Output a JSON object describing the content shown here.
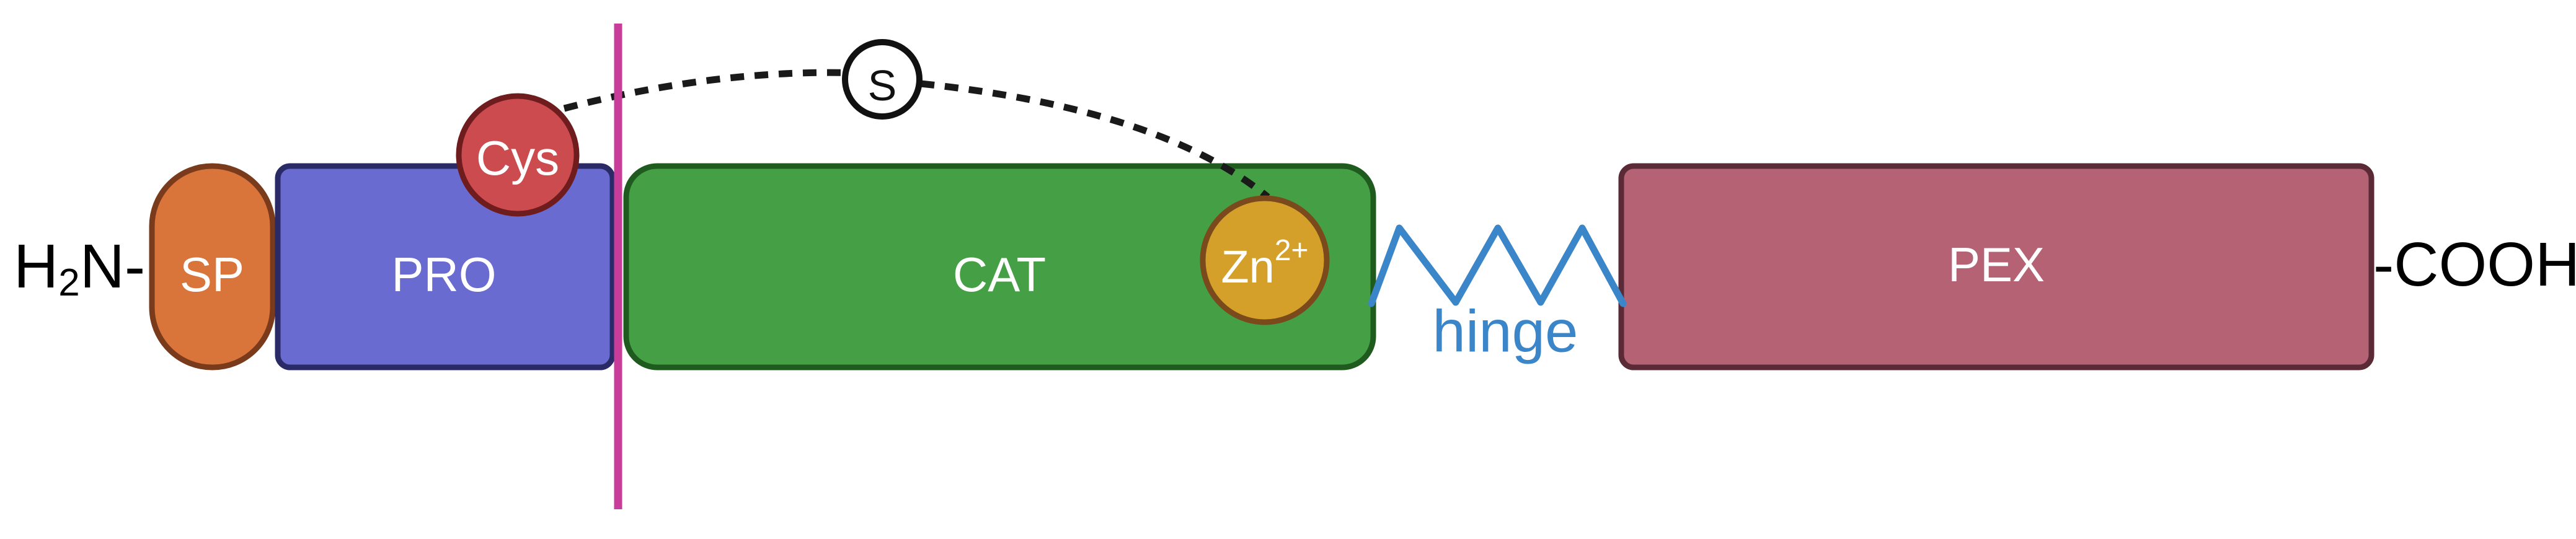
{
  "n_terminus": {
    "prefix": "H",
    "subscript": "2",
    "suffix": "N-"
  },
  "c_terminus": {
    "label": "-COOH"
  },
  "domains": {
    "sp": {
      "label": "SP",
      "fill": "#D9743A",
      "stroke": "#7A3A1C"
    },
    "pro": {
      "label": "PRO",
      "fill": "#6A6BD1",
      "stroke": "#2A2A66"
    },
    "cat": {
      "label": "CAT",
      "fill": "#45A045",
      "stroke": "#1F5A1F"
    },
    "pex": {
      "label": "PEX",
      "fill": "#B56275",
      "stroke": "#5A2A36"
    }
  },
  "cys": {
    "label": "Cys",
    "fill": "#CC4B4E",
    "stroke": "#6E1C1E"
  },
  "zinc": {
    "base": "Zn",
    "superscript": "2+",
    "fill": "#D4A02A",
    "stroke": "#7A4A1C"
  },
  "sulfur": {
    "label": "S"
  },
  "hinge": {
    "label": "hinge",
    "color": "#3A86C8"
  },
  "cleavage_line": {
    "color": "#C83C9A"
  }
}
